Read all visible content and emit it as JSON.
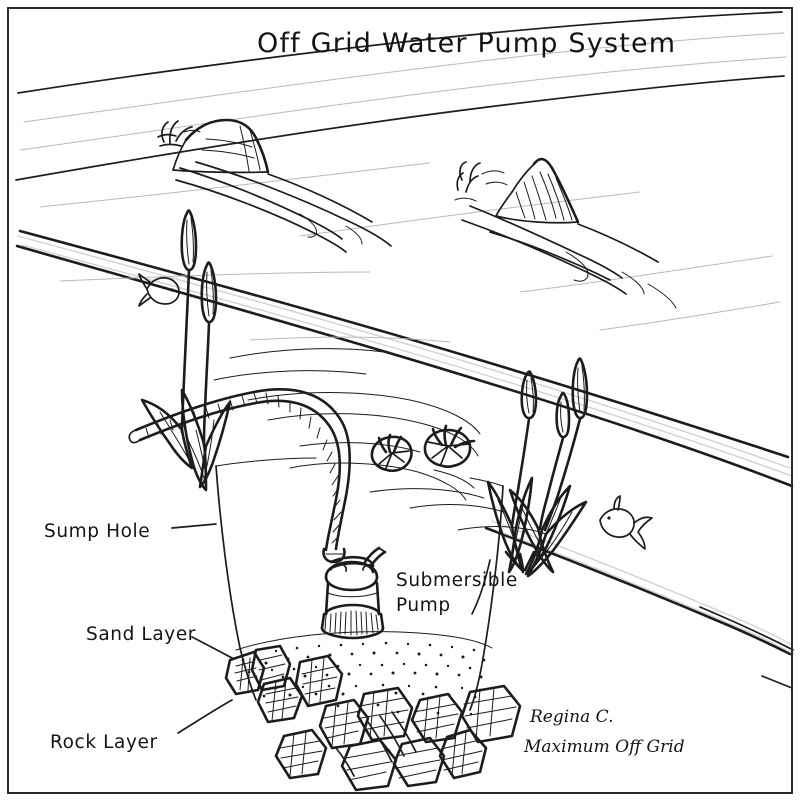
{
  "document": {
    "title": "Off Grid Water Pump System",
    "medium": "hand-drawn pen sketch",
    "page_background": "#ffffff",
    "ink_color": "#1c1c1c",
    "border_color": "#2b2b2b"
  },
  "labels": {
    "sump_hole": "Sump Hole",
    "submersible_pump_line1": "Submersible",
    "submersible_pump_line2": "Pump",
    "sand_layer": "Sand Layer",
    "rock_layer": "Rock Layer"
  },
  "signature": {
    "name": "Regina C.",
    "organization": "Maximum Off Grid"
  },
  "scene": {
    "components": [
      {
        "name": "stream",
        "description": "diagonal creek flowing from upper-left to lower-right"
      },
      {
        "name": "boulder-left",
        "description": "rounded boulder breaking the water surface with wake ripples"
      },
      {
        "name": "boulder-right",
        "description": "pointed rock with shading strokes and wake ripples"
      },
      {
        "name": "cattail-cluster-left",
        "description": "two cattails with blade leaves at the sump edge"
      },
      {
        "name": "cattail-cluster-right",
        "description": "three cattails with blade leaves on the far bank"
      },
      {
        "name": "lily-pads",
        "description": "two lily pads floating mid-stream"
      },
      {
        "name": "fish-left",
        "description": "small fish swimming left of the cattails"
      },
      {
        "name": "fish-right",
        "description": "small fish near the right bank"
      },
      {
        "name": "suction-hose",
        "description": "corrugated hose arcing from the bank down into the sump hole"
      },
      {
        "name": "submersible-pump",
        "description": "cylindrical pump with carry handle and slotted intake base"
      },
      {
        "name": "sump-hole",
        "description": "trapezoidal excavated pit beside the stream"
      },
      {
        "name": "sand-layer",
        "description": "stippled sand filter bed lining the sump hole"
      },
      {
        "name": "rock-layer",
        "description": "angular cross-hatched rocks at the bottom of the sump hole"
      }
    ]
  }
}
